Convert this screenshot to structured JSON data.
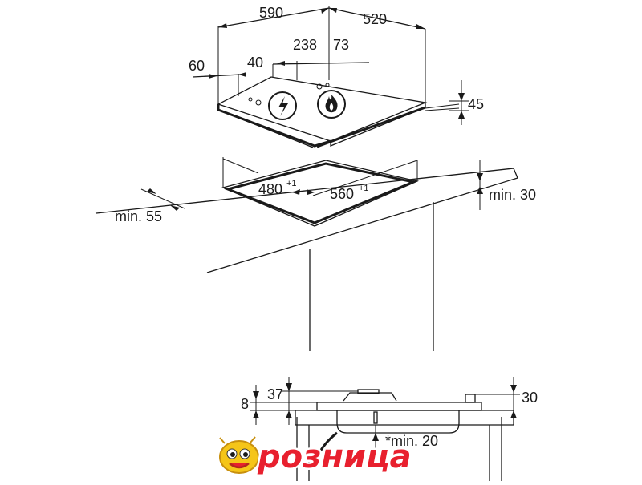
{
  "top_view": {
    "width_590": "590",
    "depth_520": "520",
    "dim_238": "238",
    "dim_73": "73",
    "dim_60": "60",
    "dim_40": "40",
    "height_45": "45"
  },
  "cutout": {
    "depth_480": "480",
    "depth_480_tol": "+1",
    "width_560": "560",
    "width_560_tol": "+1",
    "min_55": "min. 55",
    "min_30": "min. 30"
  },
  "section": {
    "dim_8": "8",
    "dim_37": "37",
    "dim_30": "30",
    "min_20": "*min. 20"
  },
  "icons": [
    "electric-symbol-icon",
    "gas-flame-symbol-icon"
  ],
  "logo": {
    "text": "розница",
    "colors": {
      "text": "#e8202e",
      "outline": "#ffffff",
      "mascot": "#f5c518"
    }
  }
}
